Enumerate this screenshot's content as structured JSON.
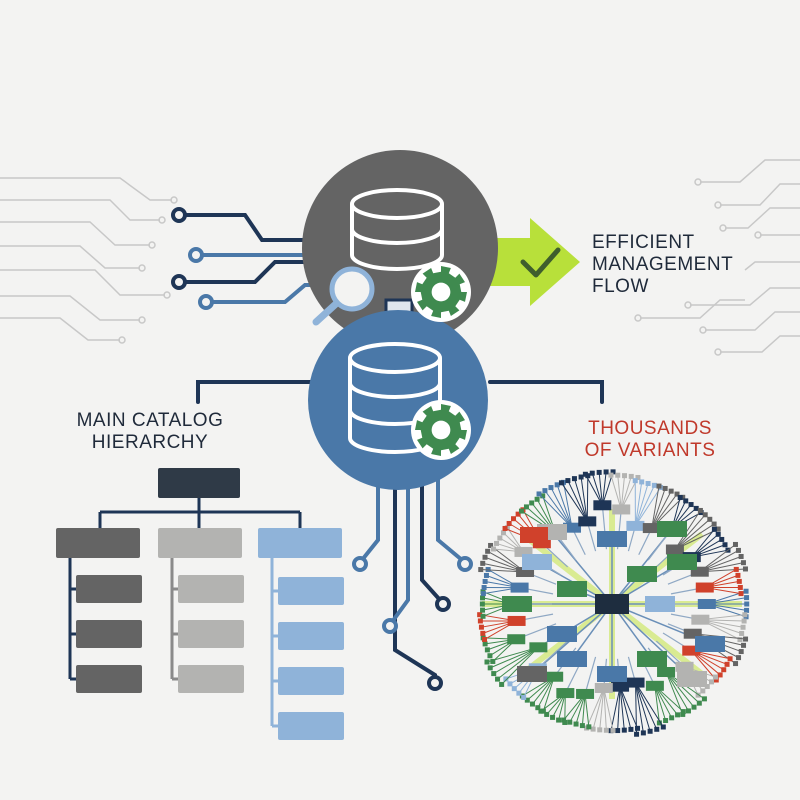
{
  "labels": {
    "efficient_flow": [
      "EFFICIENT",
      "MANAGEMENT",
      "FLOW"
    ],
    "main_catalog": [
      "MAIN CATALOG",
      "HIERARCHY"
    ],
    "variants": [
      "THOUSANDS",
      "OF VARIANTS"
    ]
  },
  "colors": {
    "background": "#f3f3f2",
    "navy": "#1e3556",
    "steel_blue": "#4a78a8",
    "light_blue": "#8fb3d9",
    "dark_gray": "#646464",
    "light_gray": "#b3b3b1",
    "gear_green": "#3f8a4f",
    "arrow_lime": "#b8e03a",
    "accent_red": "#d0412b",
    "circuit_gray": "#c8c8c8"
  },
  "icons": [
    "database-icon",
    "magnifier-icon",
    "gear-icon",
    "check-icon",
    "arrow-right-icon"
  ]
}
